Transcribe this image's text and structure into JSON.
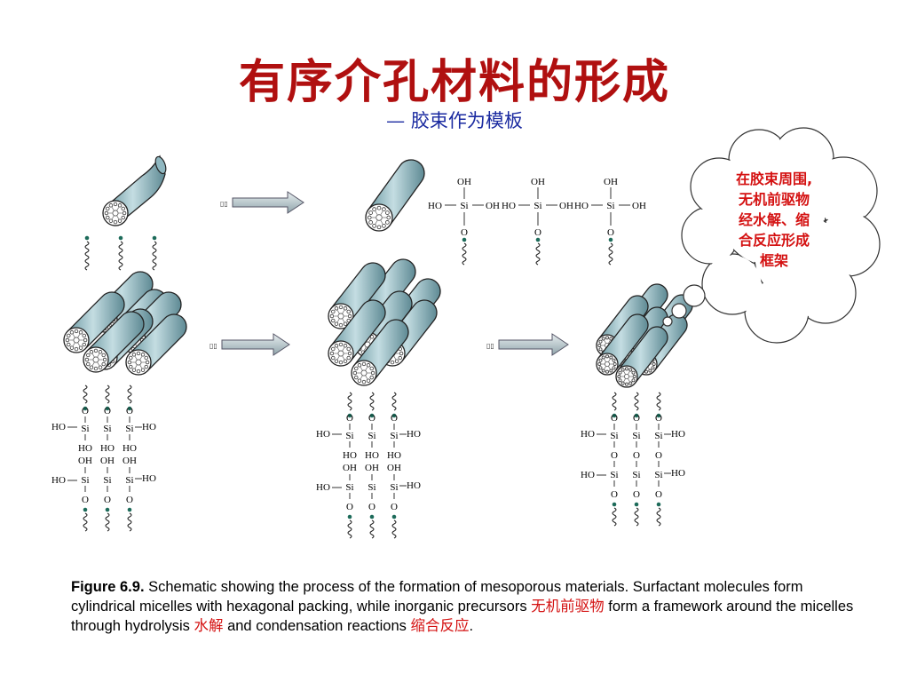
{
  "title": "有序介孔材料的形成",
  "subtitle": "— 胶束作为模板",
  "cloud": {
    "lines": [
      "在胶束周围,",
      "无机前驱物",
      "经水解、缩",
      "合反应形成",
      "框架"
    ]
  },
  "arrows": [
    {
      "label": "▯▯"
    },
    {
      "label": "▯▯"
    },
    {
      "label": "▯▯"
    }
  ],
  "chem": {
    "OH": "OH",
    "HO": "HO",
    "Si": "Si",
    "O": "O"
  },
  "caption": {
    "fig_label": "Figure 6.9.",
    "text1": " Schematic showing the process of the formation of mesoporous materials. Surfactant molecules form cylindrical micelles with hexagonal packing, while inorganic precursors ",
    "cn1": "无机前驱物",
    "text2": " form a framework around the micelles through hydrolysis ",
    "cn2": "水解",
    "text3": " and condensation reactions ",
    "cn3": "缩合反应",
    "text4": "."
  },
  "colors": {
    "title": "#b01010",
    "subtitle": "#1a2aa0",
    "cloud_text": "#d41111",
    "cylinder": "#8fb7c0"
  }
}
